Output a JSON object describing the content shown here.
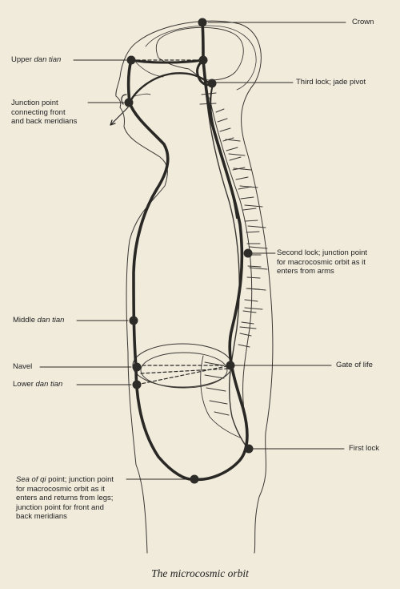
{
  "labels": {
    "crown": "Crown",
    "upper_prefix": "Upper ",
    "upper_italic": "dan tian",
    "junction_line1": "Junction point",
    "junction_line2": "connecting front",
    "junction_line3": "and back meridians",
    "third_lock": "Third lock; jade pivot",
    "second_line1": "Second lock; junction point",
    "second_line2": "for macrocosmic orbit as it",
    "second_line3": "enters from arms",
    "middle_prefix": "Middle ",
    "middle_italic": "dan tian",
    "navel": "Navel",
    "gate_of_life": "Gate of life",
    "lower_prefix": "Lower ",
    "lower_italic": "dan tian",
    "first_lock": "First lock",
    "sea_italic": "Sea of qi",
    "sea_line1_rest": " point; junction point",
    "sea_line2": "for macrocosmic orbit as it",
    "sea_line3": "enters and returns from legs;",
    "sea_line4": "junction point for front and",
    "sea_line5": "back meridians"
  },
  "caption": "The microcosmic orbit",
  "colors": {
    "paper": "#f1ebdc",
    "ink": "#2a2825",
    "node": "#2e2c29"
  }
}
